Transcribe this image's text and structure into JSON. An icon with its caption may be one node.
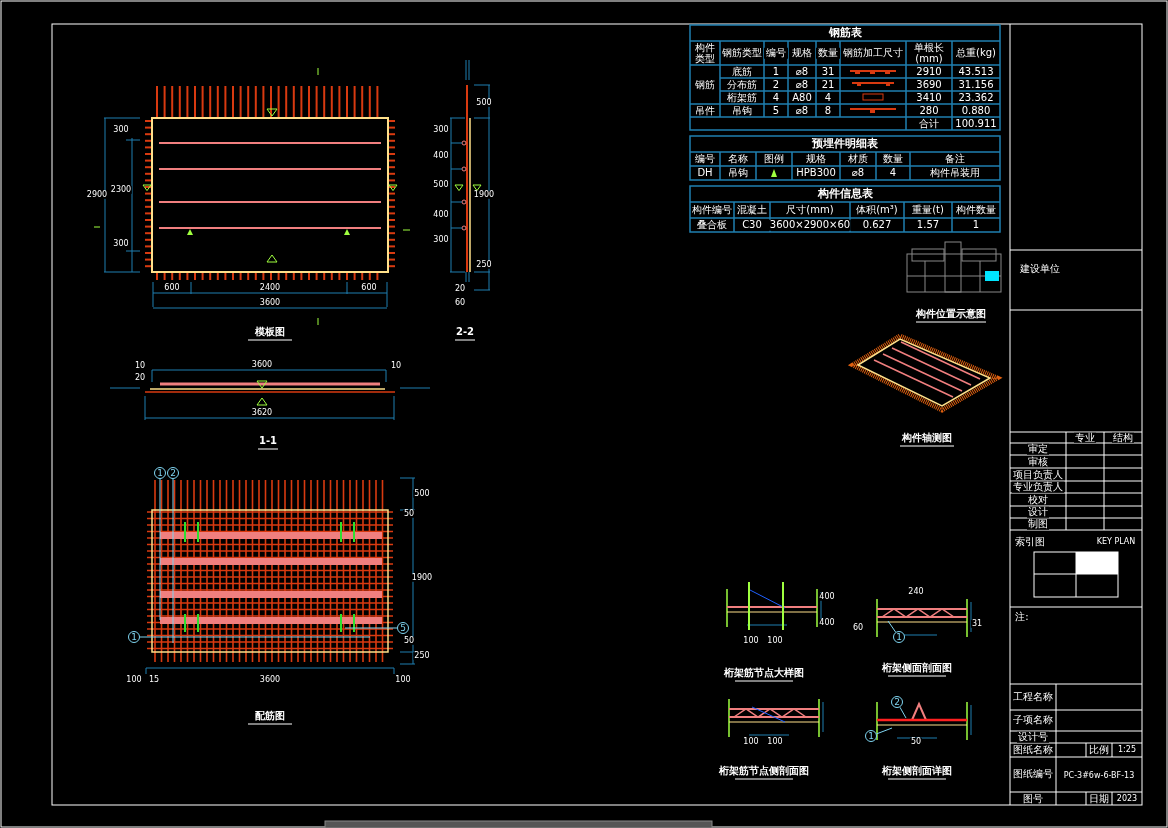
{
  "diagram": {
    "nodes": [
      {
        "text": [
          "1"
        ]
      },
      {
        "text": [
          "2"
        ]
      },
      {
        "text": [
          "1"
        ]
      },
      {
        "text": [
          "5"
        ]
      },
      {
        "text": [
          "1"
        ]
      },
      {
        "text": [
          "2"
        ]
      },
      {
        "text": [
          "1"
        ]
      }
    ],
    "edges": [
      {
        "from": 0,
        "to": null,
        "arrow": "none"
      },
      {
        "from": 1,
        "to": null,
        "arrow": "none"
      },
      {
        "from": 2,
        "to": null,
        "arrow": "none"
      },
      {
        "from": 3,
        "to": null,
        "arrow": "none"
      },
      {
        "from": 4,
        "to": null,
        "arrow": "none"
      },
      {
        "from": 5,
        "to": null,
        "arrow": "none"
      },
      {
        "from": 6,
        "to": null,
        "arrow": "none"
      }
    ],
    "labels": [
      "钢筋表",
      "构件类型",
      "钢筋类型",
      "编号",
      "规格",
      "数量",
      "钢筋加工尺寸",
      "单根长(mm)",
      "总重(kg)",
      "钢筋",
      "底筋",
      "1",
      "⌀8",
      "31",
      "2910",
      "43.513",
      "分布筋",
      "2",
      "⌀8",
      "21",
      "3690",
      "31.156",
      "桁架筋",
      "4",
      "A80",
      "4",
      "3410",
      "23.362",
      "吊件",
      "吊钩",
      "5",
      "⌀8",
      "8",
      "280",
      "0.880",
      "合计",
      "100.911",
      "预埋件明细表",
      "编号",
      "名称",
      "图例",
      "规格",
      "材质",
      "数量",
      "备注",
      "DH",
      "吊钩",
      "HPB300",
      "⌀8",
      "4",
      "构件吊装用",
      "构件信息表",
      "构件编号",
      "混凝土",
      "尺寸(mm)",
      "体积(m³)",
      "重量(t)",
      "构件数量",
      "叠合板",
      "C30",
      "3600×2900×60",
      "0.627",
      "1.57",
      "1",
      "建设单位",
      "专业",
      "结构",
      "审定",
      "审核",
      "项目负责人",
      "专业负责人",
      "校对",
      "设计",
      "制图",
      "索引图",
      "KEY PLAN",
      "注:",
      "工程名称",
      "子项名称",
      "设计号",
      "图纸名称",
      "比例",
      "1:25",
      "图纸编号",
      "PC-3#6w-6-BF-13",
      "图号",
      "日期",
      "2023",
      "模板图",
      "2-2",
      "1-1",
      "配筋图",
      "构件位置示意图",
      "构件轴测图",
      "桁架筋节点大样图",
      "桁架侧面剖面图",
      "桁架筋节点侧剖面图",
      "桁架侧剖面详图",
      "600",
      "2400",
      "600",
      "3600",
      "300",
      "2300",
      "300",
      "2900",
      "500",
      "300",
      "400",
      "500",
      "400",
      "300",
      "1900",
      "250",
      "20",
      "60",
      "3600",
      "3620",
      "10",
      "10",
      "20",
      "500",
      "50",
      "1900",
      "50",
      "250",
      "100",
      "15",
      "3600",
      "100",
      "240",
      "100",
      "100",
      "400",
      "400",
      "100",
      "100",
      "60",
      "31",
      "50"
    ]
  }
}
